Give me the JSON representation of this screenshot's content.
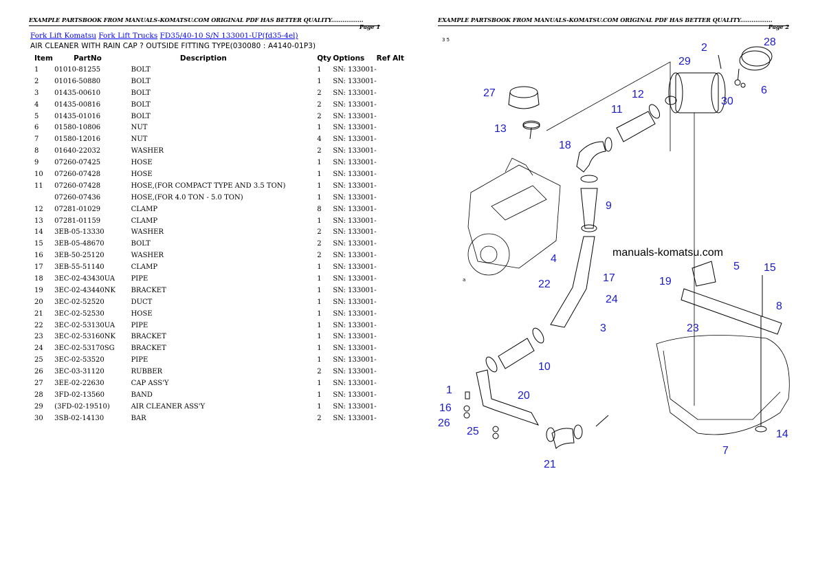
{
  "header": {
    "text": "EXAMPLE PARTSBOOK FROM MANUALS-KOMATSU.COM ORIGINAL PDF HAS BETTER QUALITY.................",
    "page1": "Page 1",
    "page2": "Page 2"
  },
  "breadcrumb": [
    "Fork Lift Komatsu",
    "Fork Lift Trucks",
    "FD35/40-10 S/N 133001-UP(fd35-4el)"
  ],
  "subtitle": "AIR CLEANER WITH RAIN CAP ? OUTSIDE FITTING TYPE(030080 : A4140-01P3)",
  "table": {
    "headers": [
      "Item",
      "PartNo",
      "Description",
      "Qty",
      "Options",
      "Ref Alt"
    ],
    "rows": [
      [
        "1",
        "01010-81255",
        "BOLT",
        "1",
        "SN: 133001-",
        ""
      ],
      [
        "2",
        "01016-50880",
        "BOLT",
        "1",
        "SN: 133001-",
        ""
      ],
      [
        "3",
        "01435-00610",
        "BOLT",
        "2",
        "SN: 133001-",
        ""
      ],
      [
        "4",
        "01435-00816",
        "BOLT",
        "2",
        "SN: 133001-",
        ""
      ],
      [
        "5",
        "01435-01016",
        "BOLT",
        "2",
        "SN: 133001-",
        ""
      ],
      [
        "6",
        "01580-10806",
        "NUT",
        "1",
        "SN: 133001-",
        ""
      ],
      [
        "7",
        "01580-12016",
        "NUT",
        "4",
        "SN: 133001-",
        ""
      ],
      [
        "8",
        "01640-22032",
        "WASHER",
        "2",
        "SN: 133001-",
        ""
      ],
      [
        "9",
        "07260-07425",
        "HOSE",
        "1",
        "SN: 133001-",
        ""
      ],
      [
        "10",
        "07260-07428",
        "HOSE",
        "1",
        "SN: 133001-",
        ""
      ],
      [
        "11",
        "07260-07428",
        "HOSE,(FOR COMPACT TYPE AND 3.5 TON)",
        "1",
        "SN: 133001-",
        ""
      ],
      [
        "",
        "07260-07436",
        "HOSE,(FOR 4.0 TON - 5.0 TON)",
        "1",
        "SN: 133001-",
        ""
      ],
      [
        "12",
        "07281-01029",
        "CLAMP",
        "8",
        "SN: 133001-",
        ""
      ],
      [
        "13",
        "07281-01159",
        "CLAMP",
        "1",
        "SN: 133001-",
        ""
      ],
      [
        "14",
        "3EB-05-13330",
        "WASHER",
        "2",
        "SN: 133001-",
        ""
      ],
      [
        "15",
        "3EB-05-48670",
        "BOLT",
        "2",
        "SN: 133001-",
        ""
      ],
      [
        "16",
        "3EB-50-25120",
        "WASHER",
        "2",
        "SN: 133001-",
        ""
      ],
      [
        "17",
        "3EB-55-51140",
        "CLAMP",
        "1",
        "SN: 133001-",
        ""
      ],
      [
        "18",
        "3EC-02-43430UA",
        "PIPE",
        "1",
        "SN: 133001-",
        ""
      ],
      [
        "19",
        "3EC-02-43440NK",
        "BRACKET",
        "1",
        "SN: 133001-",
        ""
      ],
      [
        "20",
        "3EC-02-52520",
        "DUCT",
        "1",
        "SN: 133001-",
        ""
      ],
      [
        "21",
        "3EC-02-52530",
        "HOSE",
        "1",
        "SN: 133001-",
        ""
      ],
      [
        "22",
        "3EC-02-53130UA",
        "PIPE",
        "1",
        "SN: 133001-",
        ""
      ],
      [
        "23",
        "3EC-02-53160NK",
        "BRACKET",
        "1",
        "SN: 133001-",
        ""
      ],
      [
        "24",
        "3EC-02-53170SG",
        "BRACKET",
        "1",
        "SN: 133001-",
        ""
      ],
      [
        "25",
        "3EC-02-53520",
        "PIPE",
        "1",
        "SN: 133001-",
        ""
      ],
      [
        "26",
        "3EC-03-31120",
        "RUBBER",
        "2",
        "SN: 133001-",
        ""
      ],
      [
        "27",
        "3EE-02-22630",
        "CAP ASS'Y",
        "1",
        "SN: 133001-",
        ""
      ],
      [
        "28",
        "3FD-02-13560",
        "BAND",
        "1",
        "SN: 133001-",
        ""
      ],
      [
        "29",
        "(3FD-02-19510)",
        "AIR CLEANER ASS'Y",
        "1",
        "SN: 133001-",
        ""
      ],
      [
        "30",
        "3SB-02-14130",
        "BAR",
        "2",
        "SN: 133001-",
        ""
      ]
    ]
  },
  "diagram": {
    "watermark": "manuals-komatsu.com",
    "corner_code": "3 5",
    "arrow_label": "a",
    "callouts": [
      "1",
      "2",
      "3",
      "4",
      "5",
      "6",
      "7",
      "8",
      "9",
      "10",
      "11",
      "12",
      "13",
      "14",
      "15",
      "16",
      "17",
      "18",
      "19",
      "20",
      "21",
      "22",
      "23",
      "24",
      "25",
      "26",
      "27",
      "28",
      "29",
      "30"
    ]
  },
  "colors": {
    "link": "#0000ee",
    "callout": "#1a1acc"
  }
}
